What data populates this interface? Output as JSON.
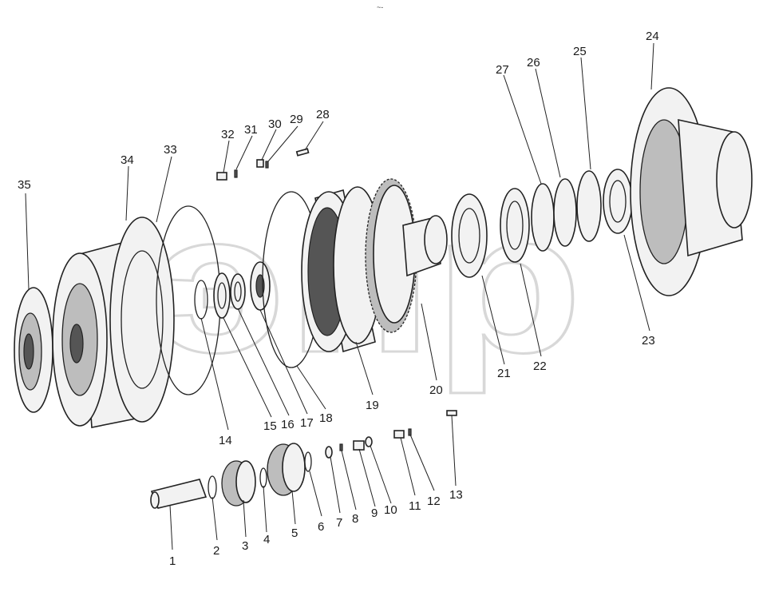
{
  "watermark": "эпр",
  "header_mark": "~-",
  "callouts": [
    {
      "id": "1",
      "text": "1"
    },
    {
      "id": "2",
      "text": "2"
    },
    {
      "id": "3",
      "text": "3"
    },
    {
      "id": "4",
      "text": "4"
    },
    {
      "id": "5",
      "text": "5"
    },
    {
      "id": "6",
      "text": "6"
    },
    {
      "id": "7",
      "text": "7"
    },
    {
      "id": "8",
      "text": "8"
    },
    {
      "id": "9",
      "text": "9"
    },
    {
      "id": "10",
      "text": "10"
    },
    {
      "id": "11",
      "text": "11"
    },
    {
      "id": "12",
      "text": "12"
    },
    {
      "id": "13",
      "text": "13"
    },
    {
      "id": "14",
      "text": "14"
    },
    {
      "id": "15",
      "text": "15"
    },
    {
      "id": "16",
      "text": "16"
    },
    {
      "id": "17",
      "text": "17"
    },
    {
      "id": "18",
      "text": "18"
    },
    {
      "id": "19",
      "text": "19"
    },
    {
      "id": "20",
      "text": "20"
    },
    {
      "id": "21",
      "text": "21"
    },
    {
      "id": "22",
      "text": "22"
    },
    {
      "id": "23",
      "text": "23"
    },
    {
      "id": "24",
      "text": "24"
    },
    {
      "id": "25",
      "text": "25"
    },
    {
      "id": "26",
      "text": "26"
    },
    {
      "id": "27",
      "text": "27"
    },
    {
      "id": "28",
      "text": "28"
    },
    {
      "id": "29",
      "text": "29"
    },
    {
      "id": "30",
      "text": "30"
    },
    {
      "id": "31",
      "text": "31"
    },
    {
      "id": "32",
      "text": "32"
    },
    {
      "id": "33",
      "text": "33"
    },
    {
      "id": "34",
      "text": "34"
    },
    {
      "id": "35",
      "text": "35"
    }
  ]
}
